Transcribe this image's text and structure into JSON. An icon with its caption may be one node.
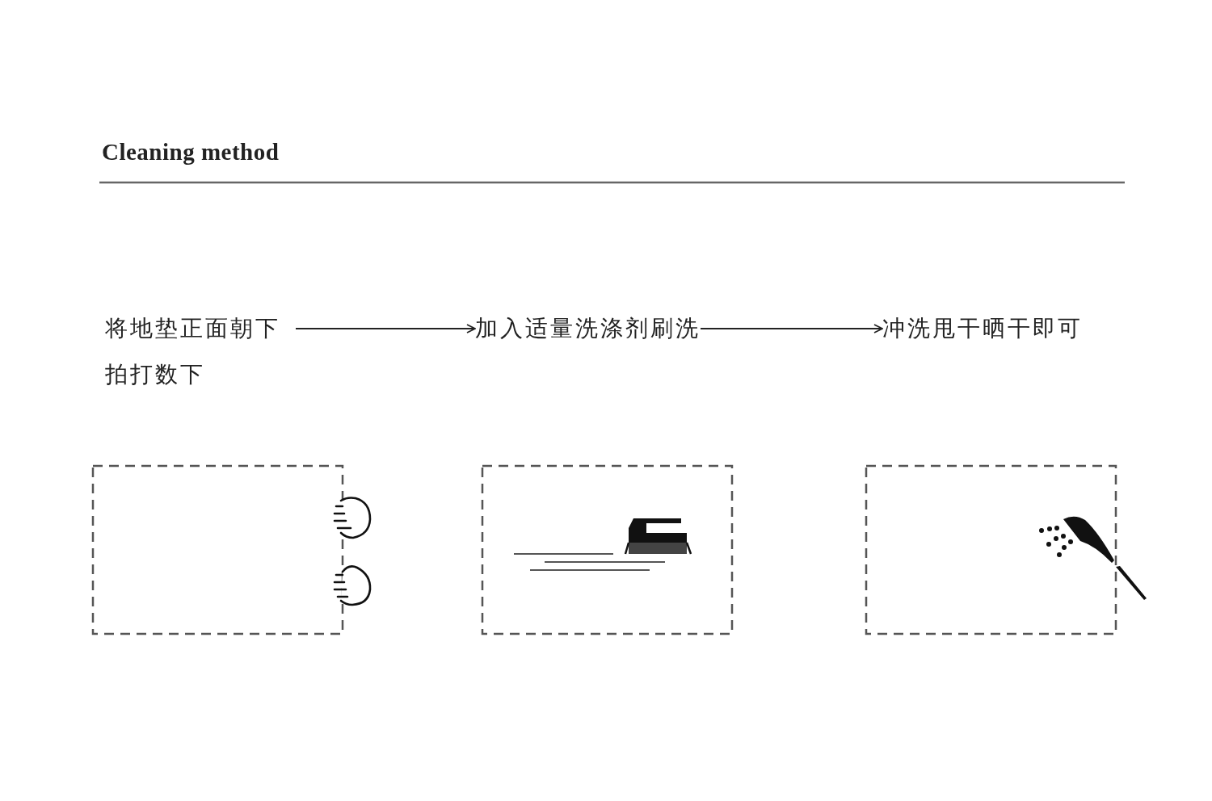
{
  "diagram": {
    "title": "Cleaning method",
    "nodes": [
      {
        "text": [
          "将地垫正面朝下拍打数下"
        ]
      },
      {
        "text": [
          "加入适量洗涤剂刷洗"
        ]
      },
      {
        "text": [
          "冲洗甩干晒干即可"
        ]
      }
    ],
    "edges": [
      {
        "from": 0,
        "to": 1,
        "arrow": "to"
      },
      {
        "from": 1,
        "to": 2,
        "arrow": "to"
      }
    ]
  }
}
